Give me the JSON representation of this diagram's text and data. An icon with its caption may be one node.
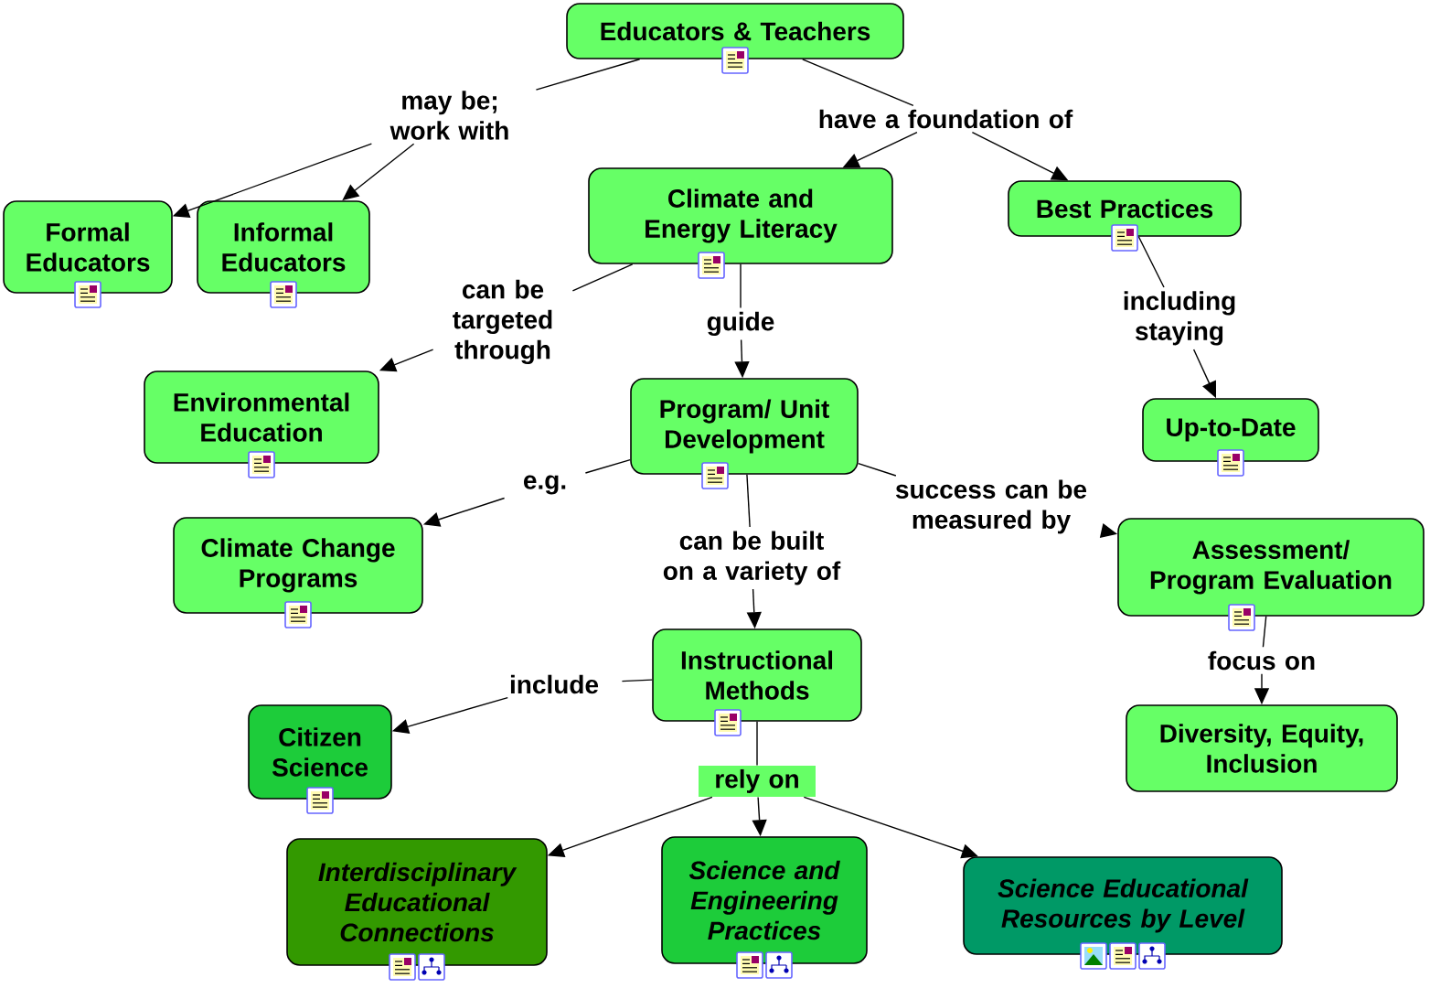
{
  "diagram": {
    "nodes": [
      {
        "text": [
          "Educators & Teachers"
        ]
      },
      {
        "text": [
          "may be; work with"
        ]
      },
      {
        "text": [
          "have a foundation of"
        ]
      },
      {
        "text": [
          "Formal Educators"
        ]
      },
      {
        "text": [
          "Informal Educators"
        ]
      },
      {
        "text": [
          "Climate and Energy Literacy"
        ]
      },
      {
        "text": [
          "Best Practices"
        ]
      },
      {
        "text": [
          "can be targeted through"
        ]
      },
      {
        "text": [
          "guide"
        ]
      },
      {
        "text": [
          "including staying"
        ]
      },
      {
        "text": [
          "Environmental Education"
        ]
      },
      {
        "text": [
          "Program/ Unit Development"
        ]
      },
      {
        "text": [
          "Up-to-Date"
        ]
      },
      {
        "text": [
          "e.g."
        ]
      },
      {
        "text": [
          "success can be measured by"
        ]
      },
      {
        "text": [
          "can be built on a variety of"
        ]
      },
      {
        "text": [
          "Climate Change Programs"
        ]
      },
      {
        "text": [
          "Assessment/ Program Evaluation"
        ]
      },
      {
        "text": [
          "Instructional Methods"
        ]
      },
      {
        "text": [
          "include"
        ]
      },
      {
        "text": [
          "focus on"
        ]
      },
      {
        "text": [
          "Citizen Science"
        ]
      },
      {
        "text": [
          "Diversity, Equity, Inclusion"
        ]
      },
      {
        "text": [
          "rely on"
        ]
      },
      {
        "text": [
          "Interdisciplinary Educational Connections"
        ]
      },
      {
        "text": [
          "Science and Engineering Practices"
        ]
      },
      {
        "text": [
          "Science Educational Resources by Level"
        ]
      }
    ],
    "edges": [
      {
        "from": 0,
        "to": 1,
        "arrow": "none"
      },
      {
        "from": 1,
        "to": 3,
        "arrow": "to"
      },
      {
        "from": 1,
        "to": 4,
        "arrow": "to"
      },
      {
        "from": 0,
        "to": 2,
        "arrow": "none"
      },
      {
        "from": 2,
        "to": 5,
        "arrow": "to"
      },
      {
        "from": 2,
        "to": 6,
        "arrow": "to"
      },
      {
        "from": 5,
        "to": 7,
        "arrow": "none"
      },
      {
        "from": 7,
        "to": 10,
        "arrow": "to"
      },
      {
        "from": 5,
        "to": 8,
        "arrow": "none"
      },
      {
        "from": 8,
        "to": 11,
        "arrow": "to"
      },
      {
        "from": 6,
        "to": 9,
        "arrow": "none"
      },
      {
        "from": 9,
        "to": 12,
        "arrow": "to"
      },
      {
        "from": 11,
        "to": 13,
        "arrow": "none"
      },
      {
        "from": 13,
        "to": 16,
        "arrow": "to"
      },
      {
        "from": 11,
        "to": 14,
        "arrow": "none"
      },
      {
        "from": 14,
        "to": 17,
        "arrow": "to"
      },
      {
        "from": 11,
        "to": 15,
        "arrow": "none"
      },
      {
        "from": 15,
        "to": 18,
        "arrow": "to"
      },
      {
        "from": 18,
        "to": 19,
        "arrow": "none"
      },
      {
        "from": 19,
        "to": 21,
        "arrow": "to"
      },
      {
        "from": 17,
        "to": 20,
        "arrow": "none"
      },
      {
        "from": 20,
        "to": 22,
        "arrow": "to"
      },
      {
        "from": 18,
        "to": 23,
        "arrow": "none"
      },
      {
        "from": 23,
        "to": 24,
        "arrow": "to"
      },
      {
        "from": 23,
        "to": 25,
        "arrow": "to"
      },
      {
        "from": 23,
        "to": 26,
        "arrow": "to"
      }
    ]
  }
}
